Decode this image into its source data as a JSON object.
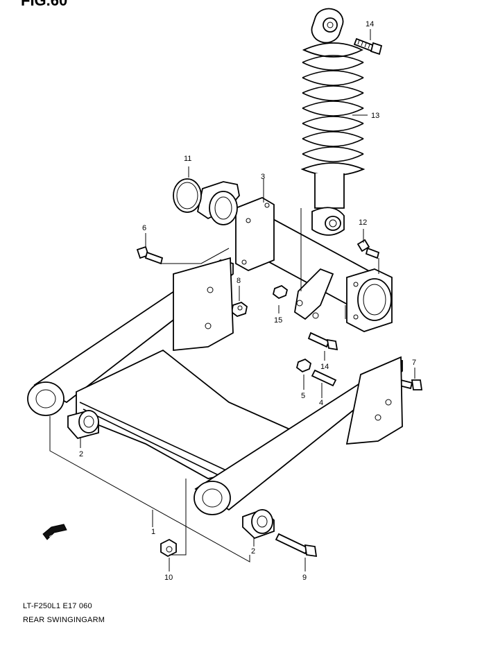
{
  "figure": {
    "title": "FIG.60"
  },
  "caption": {
    "model_code": "LT-F250L1 E17  060",
    "part_group": "REAR SWINGINGARM"
  },
  "fwd_arrow": {
    "label": "FWD"
  },
  "callouts": {
    "c1": "1",
    "c2a": "2",
    "c2b": "2",
    "c3": "3",
    "c4": "4",
    "c5": "5",
    "c6": "6",
    "c7": "7",
    "c8": "8",
    "c9": "9",
    "c10": "10",
    "c11": "11",
    "c12": "12",
    "c13": "13",
    "c14a": "14",
    "c14b": "14",
    "c15": "15"
  }
}
